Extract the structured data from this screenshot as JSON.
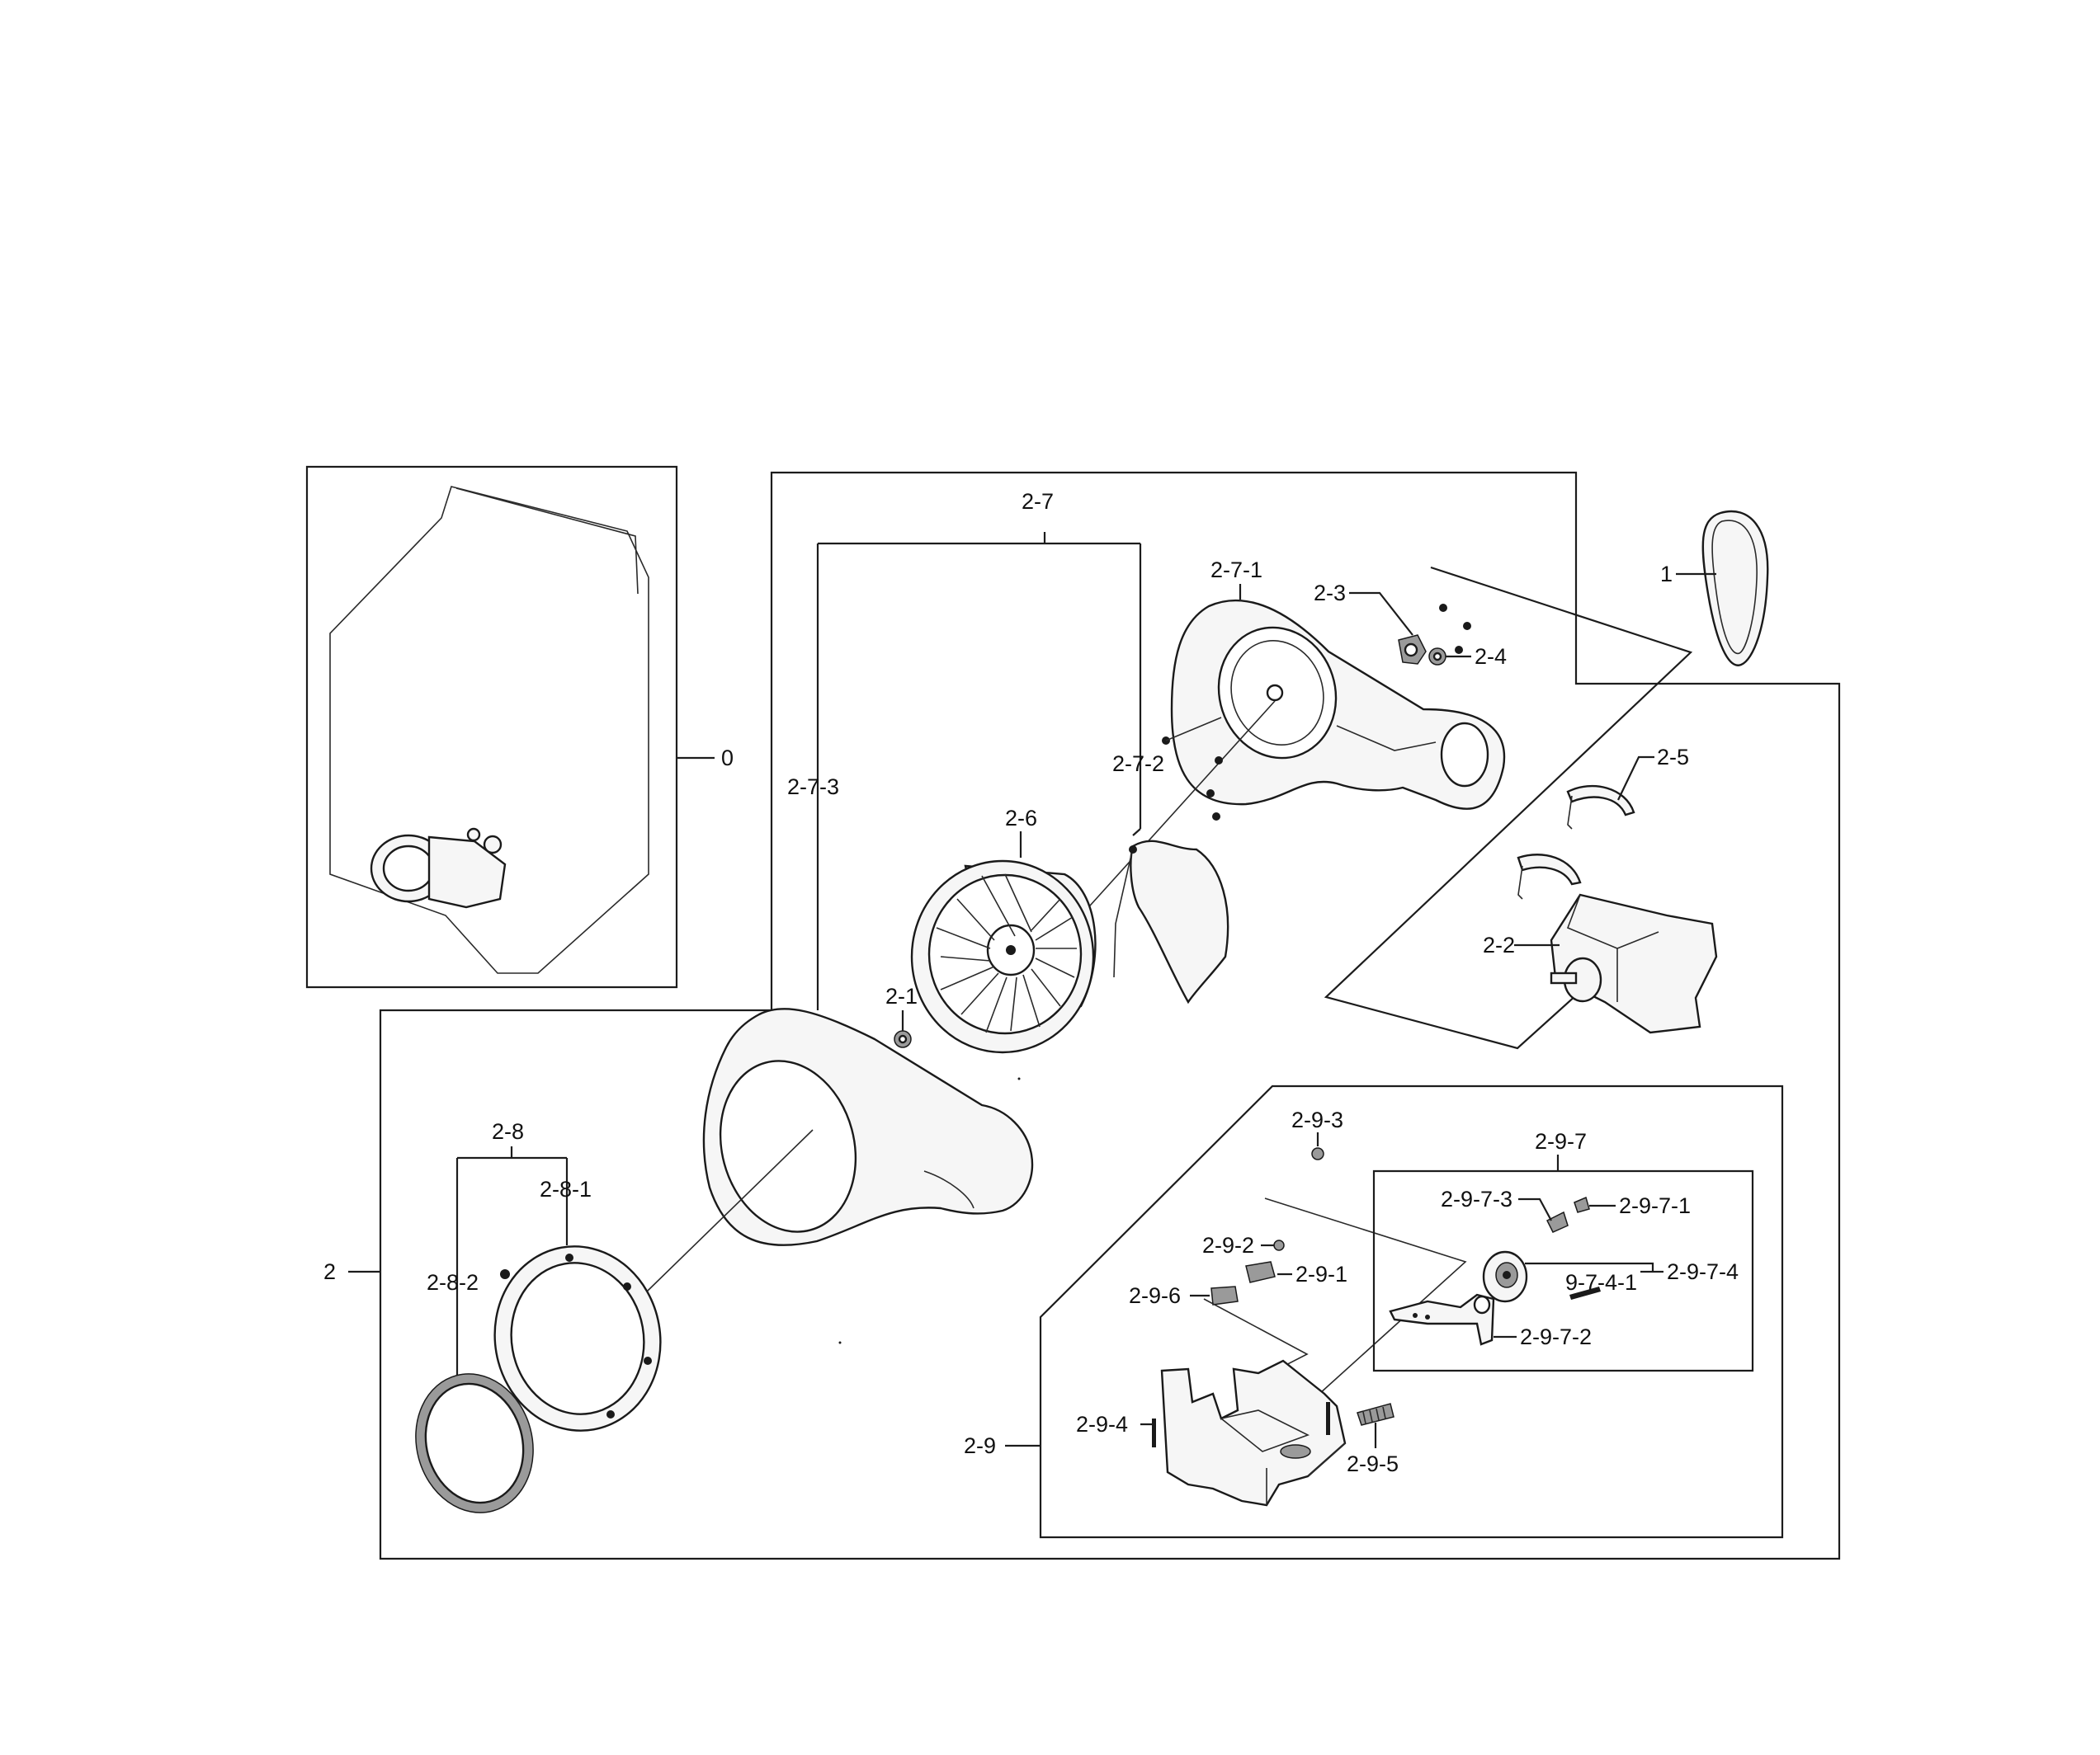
{
  "labels": {
    "l0": "0",
    "l1": "1",
    "l2": "2",
    "l2_1": "2-1",
    "l2_2": "2-2",
    "l2_3": "2-3",
    "l2_4": "2-4",
    "l2_5": "2-5",
    "l2_6": "2-6",
    "l2_7": "2-7",
    "l2_7_1": "2-7-1",
    "l2_7_2": "2-7-2",
    "l2_7_3": "2-7-3",
    "l2_8": "2-8",
    "l2_8_1": "2-8-1",
    "l2_8_2": "2-8-2",
    "l2_9": "2-9",
    "l2_9_1": "2-9-1",
    "l2_9_2": "2-9-2",
    "l2_9_3": "2-9-3",
    "l2_9_4": "2-9-4",
    "l2_9_5": "2-9-5",
    "l2_9_6": "2-9-6",
    "l2_9_7": "2-9-7",
    "l2_9_7_1": "2-9-7-1",
    "l2_9_7_2": "2-9-7-2",
    "l2_9_7_3": "2-9-7-3",
    "l2_9_7_4": "2-9-7-4",
    "l9_7_4_1": "9-7-4-1"
  }
}
